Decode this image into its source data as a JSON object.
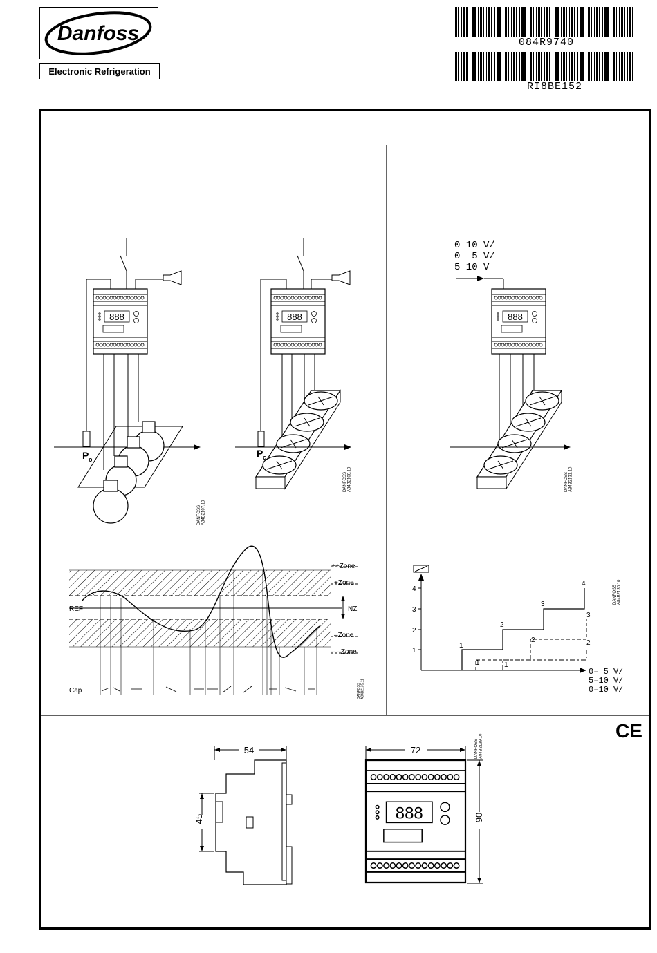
{
  "brand": {
    "name": "Danfoss",
    "subtitle": "Electronic Refrigeration"
  },
  "barcodes": [
    {
      "code": "084R9740"
    },
    {
      "code": "RI8BE152"
    }
  ],
  "diagrams": {
    "evaporator": {
      "sensor_label": "P",
      "sensor_sub": "o",
      "drawing_ref": "DANFOSS\nA84B2107.10"
    },
    "condenser": {
      "sensor_label": "P",
      "sensor_sub": "c",
      "drawing_ref": "DANFOSS\nA84B2108.10"
    },
    "external_signal": {
      "input_lines": [
        "0–10 V/",
        "0– 5 V/",
        "5–10 V"
      ],
      "drawing_ref": "DANFOSS\nA84B2131.10"
    },
    "zone_chart": {
      "zones": [
        "++Zone",
        "+Zone",
        "NZ",
        "–Zone",
        "– –Zone"
      ],
      "ref_label": "REF",
      "cap_label": "Cap",
      "drawing_ref": "DANFOSS\nA84B2135.11"
    },
    "step_chart": {
      "y_ticks": [
        "4",
        "3",
        "2",
        "1"
      ],
      "step_labels": [
        "1",
        "2",
        "3",
        "4"
      ],
      "dashed_labels": [
        "1",
        "2",
        "3"
      ],
      "dashdot_labels": [
        "1",
        "2"
      ],
      "legend": [
        "0– 5 V/",
        "5–10 V/",
        "0–10 V/"
      ],
      "drawing_ref": "DANFOSS\nA84B2130.10"
    },
    "dimensions": {
      "depth": "54",
      "height_side": "45",
      "width": "72",
      "height": "90",
      "mark": "CE",
      "drawing_ref": "DANFOSS\nA84B2139.10"
    }
  },
  "colors": {
    "ink": "#000000",
    "paper": "#ffffff"
  }
}
